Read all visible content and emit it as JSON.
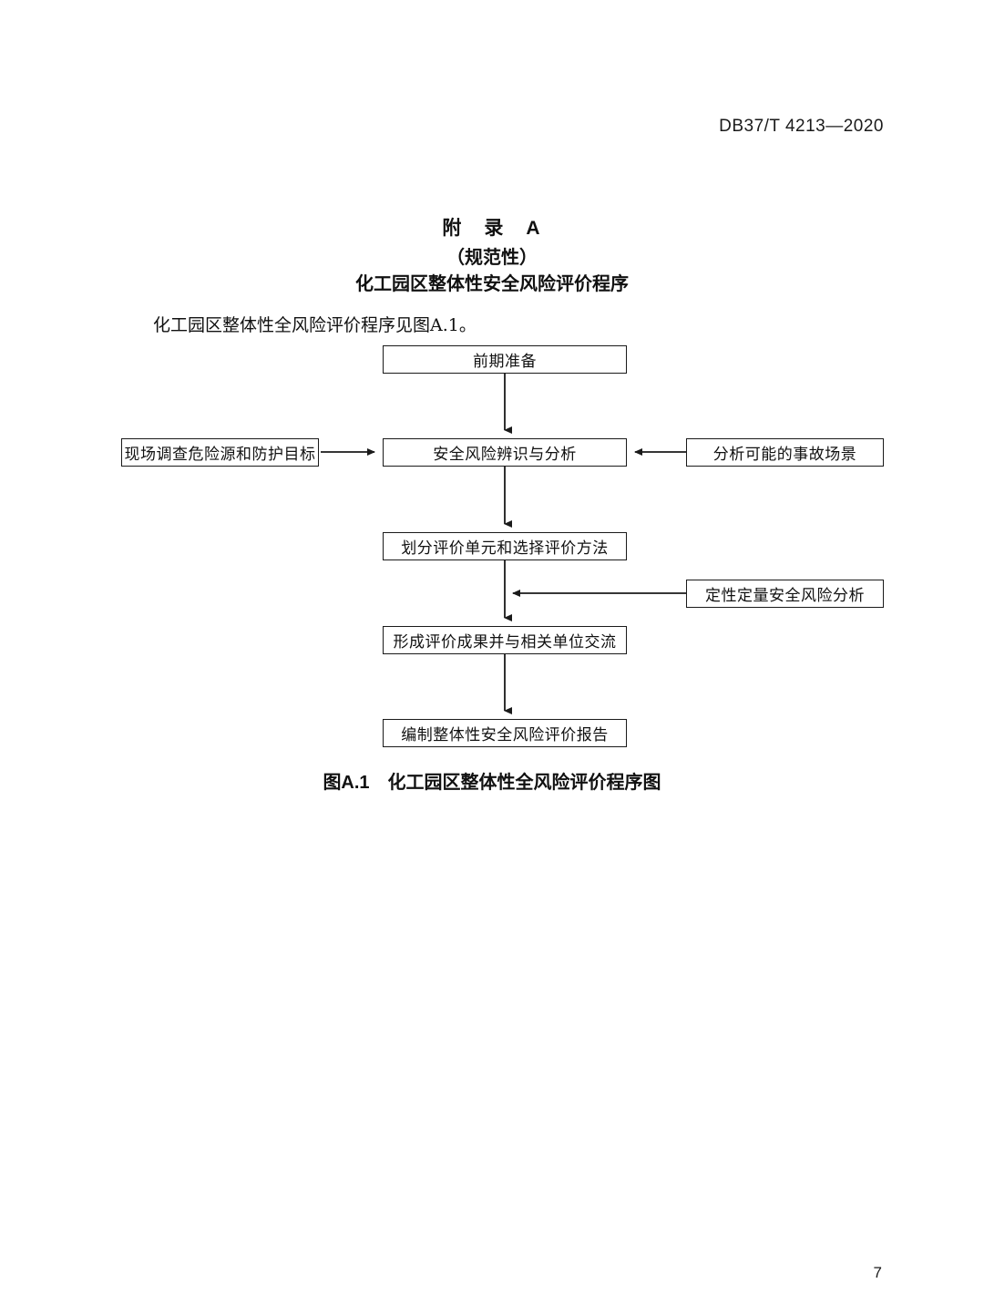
{
  "header": {
    "standard_number": "DB37/T 4213—2020"
  },
  "annex": {
    "title": "附　录　A",
    "kind": "（规范性）",
    "subject": "化工园区整体性安全风险评价程序"
  },
  "body": {
    "paragraph": "化工园区整体性全风险评价程序见图A.1。"
  },
  "figure": {
    "caption": "图A.1　化工园区整体性全风险评价程序图",
    "nodes": [
      {
        "id": "n1",
        "label": "前期准备",
        "position": "center",
        "order": 1
      },
      {
        "id": "n2",
        "label": "安全风险辨识与分析",
        "position": "center",
        "order": 2
      },
      {
        "id": "n3",
        "label": "划分评价单元和选择评价方法",
        "position": "center",
        "order": 3
      },
      {
        "id": "n4",
        "label": "形成评价成果并与相关单位交流",
        "position": "center",
        "order": 4
      },
      {
        "id": "n5",
        "label": "编制整体性安全风险评价报告",
        "position": "center",
        "order": 5
      },
      {
        "id": "sL1",
        "label": "现场调查危险源和防护目标",
        "position": "left",
        "order": 1
      },
      {
        "id": "sR1",
        "label": "分析可能的事故场景",
        "position": "right",
        "order": 1
      },
      {
        "id": "sR2",
        "label": "定性定量安全风险分析",
        "position": "right",
        "order": 2
      }
    ],
    "edges": [
      {
        "from": "n1",
        "to": "n2",
        "direction": "down"
      },
      {
        "from": "sL1",
        "to": "n2",
        "direction": "right"
      },
      {
        "from": "sR1",
        "to": "n2",
        "direction": "left"
      },
      {
        "from": "n2",
        "to": "n3",
        "direction": "down"
      },
      {
        "from": "sR2",
        "to": "n3-n4-link",
        "direction": "left"
      },
      {
        "from": "n3",
        "to": "n4",
        "direction": "down"
      },
      {
        "from": "n4",
        "to": "n5",
        "direction": "down"
      }
    ],
    "line_color": "#1a1a1a"
  },
  "footer": {
    "page_number": "7"
  }
}
